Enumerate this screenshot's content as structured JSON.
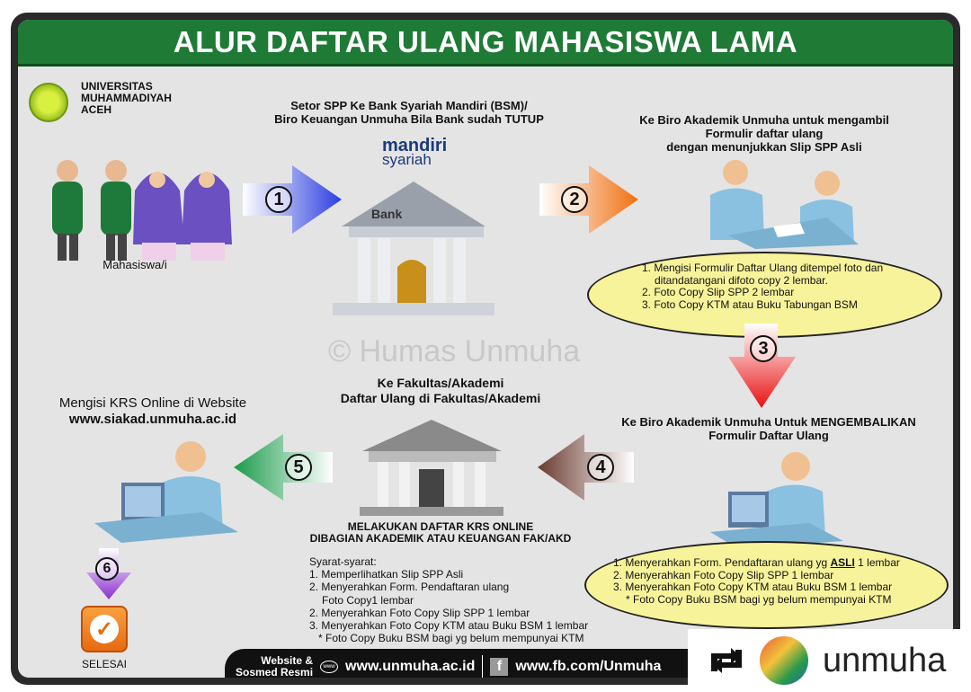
{
  "title": "ALUR DAFTAR ULANG MAHASISWA LAMA",
  "university": {
    "line1": "UNIVERSITAS",
    "line2": "MUHAMMADIYAH",
    "line3": "ACEH"
  },
  "students_label": "Mahasiswa/i",
  "bank_logo": {
    "brand": "mandiri",
    "sub": "syariah"
  },
  "bank_sign": "Bank",
  "steps": [
    {
      "number": "1",
      "color": "#2b3fe0",
      "heading": [
        "Setor SPP Ke Bank Syariah Mandiri (BSM)/",
        "Biro Keuangan Unmuha Bila Bank sudah TUTUP"
      ]
    },
    {
      "number": "2",
      "color": "#f08020",
      "heading": [
        "Ke Biro Akademik Unmuha untuk mengambil",
        "Formulir daftar ulang",
        "dengan menunjukkan Slip SPP Asli"
      ],
      "notes": [
        "1. Mengisi Formulir Daftar Ulang ditempel foto dan",
        "ditandatangani difoto copy 2 lembar.",
        "2. Foto Copy Slip SPP 2 lembar",
        "3. Foto Copy KTM atau Buku Tabungan BSM"
      ]
    },
    {
      "number": "3",
      "color": "#e82020"
    },
    {
      "number": "4",
      "color": "#7a4a40",
      "heading": [
        "Ke Biro Akademik Unmuha Untuk MENGEMBALIKAN",
        "Formulir Daftar Ulang"
      ],
      "notes": [
        "1. Menyerahkan Form. Pendaftaran ulang yg",
        "ASLI",
        "1 lembar",
        "2. Menyerahkan Foto Copy Slip SPP 1 lembar",
        "3. Menyerahkan Foto Copy KTM atau Buku BSM 1 lembar",
        "* Foto Copy Buku BSM bagi yg belum mempunyai KTM"
      ]
    },
    {
      "number": "5",
      "color": "#2a9a50",
      "heading": [
        "Ke Fakultas/Akademi",
        "Daftar Ulang di Fakultas/Akademi"
      ],
      "subheading": [
        "MELAKUKAN DAFTAR KRS ONLINE",
        "DIBAGIAN AKADEMIK ATAU KEUANGAN FAK/AKD"
      ],
      "notes": [
        "Syarat-syarat:",
        "1. Memperlihatkan Slip SPP Asli",
        "2. Menyerahkan Form. Pendaftaran ulang",
        "Foto Copy1 lembar",
        "2. Menyerahkan Foto Copy Slip SPP 1 lembar",
        "3. Menyerahkan Foto Copy KTM atau Buku BSM 1 lembar",
        "* Foto Copy Buku BSM bagi yg belum mempunyai KTM"
      ]
    },
    {
      "number": "6",
      "color": "#8a3ad0"
    }
  ],
  "krs": {
    "line1": "Mengisi KRS Online di Website",
    "line2": "www.siakad.unmuha.ac.id"
  },
  "done_label": "SELESAI",
  "watermark": "© Humas Unmuha",
  "footer": {
    "label1": "Website &",
    "label2": "Sosmed Resmi",
    "website": "www.unmuha.ac.id",
    "facebook": "www.fb.com/Unmuha"
  },
  "repost": {
    "handle": "unmuha",
    "icon": "repost-icon"
  }
}
